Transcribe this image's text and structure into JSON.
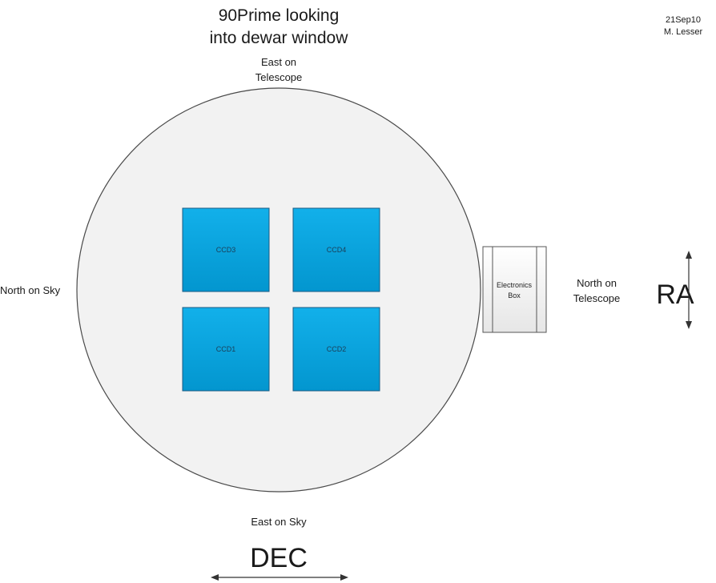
{
  "title": {
    "line1": "90Prime looking",
    "line2": "into dewar window"
  },
  "credit": {
    "date": "21Sep10",
    "author": "M. Lesser"
  },
  "labels": {
    "top": {
      "line1": "East on",
      "line2": "Telescope"
    },
    "left": "North on Sky",
    "right": {
      "line1": "North on",
      "line2": "Telescope"
    },
    "bottom": "East on Sky",
    "ra": "RA",
    "dec": "DEC"
  },
  "ccds": {
    "top_left": "CCD3",
    "top_right": "CCD4",
    "bottom_left": "CCD1",
    "bottom_right": "CCD2"
  },
  "electronics_box": {
    "line1": "Electronics",
    "line2": "Box"
  },
  "colors": {
    "ccd_fill": "#0aa5e0",
    "ccd_stroke": "#1a5a82",
    "dewar_fill": "#f2f2f2",
    "dewar_stroke": "#4a4a4a"
  }
}
